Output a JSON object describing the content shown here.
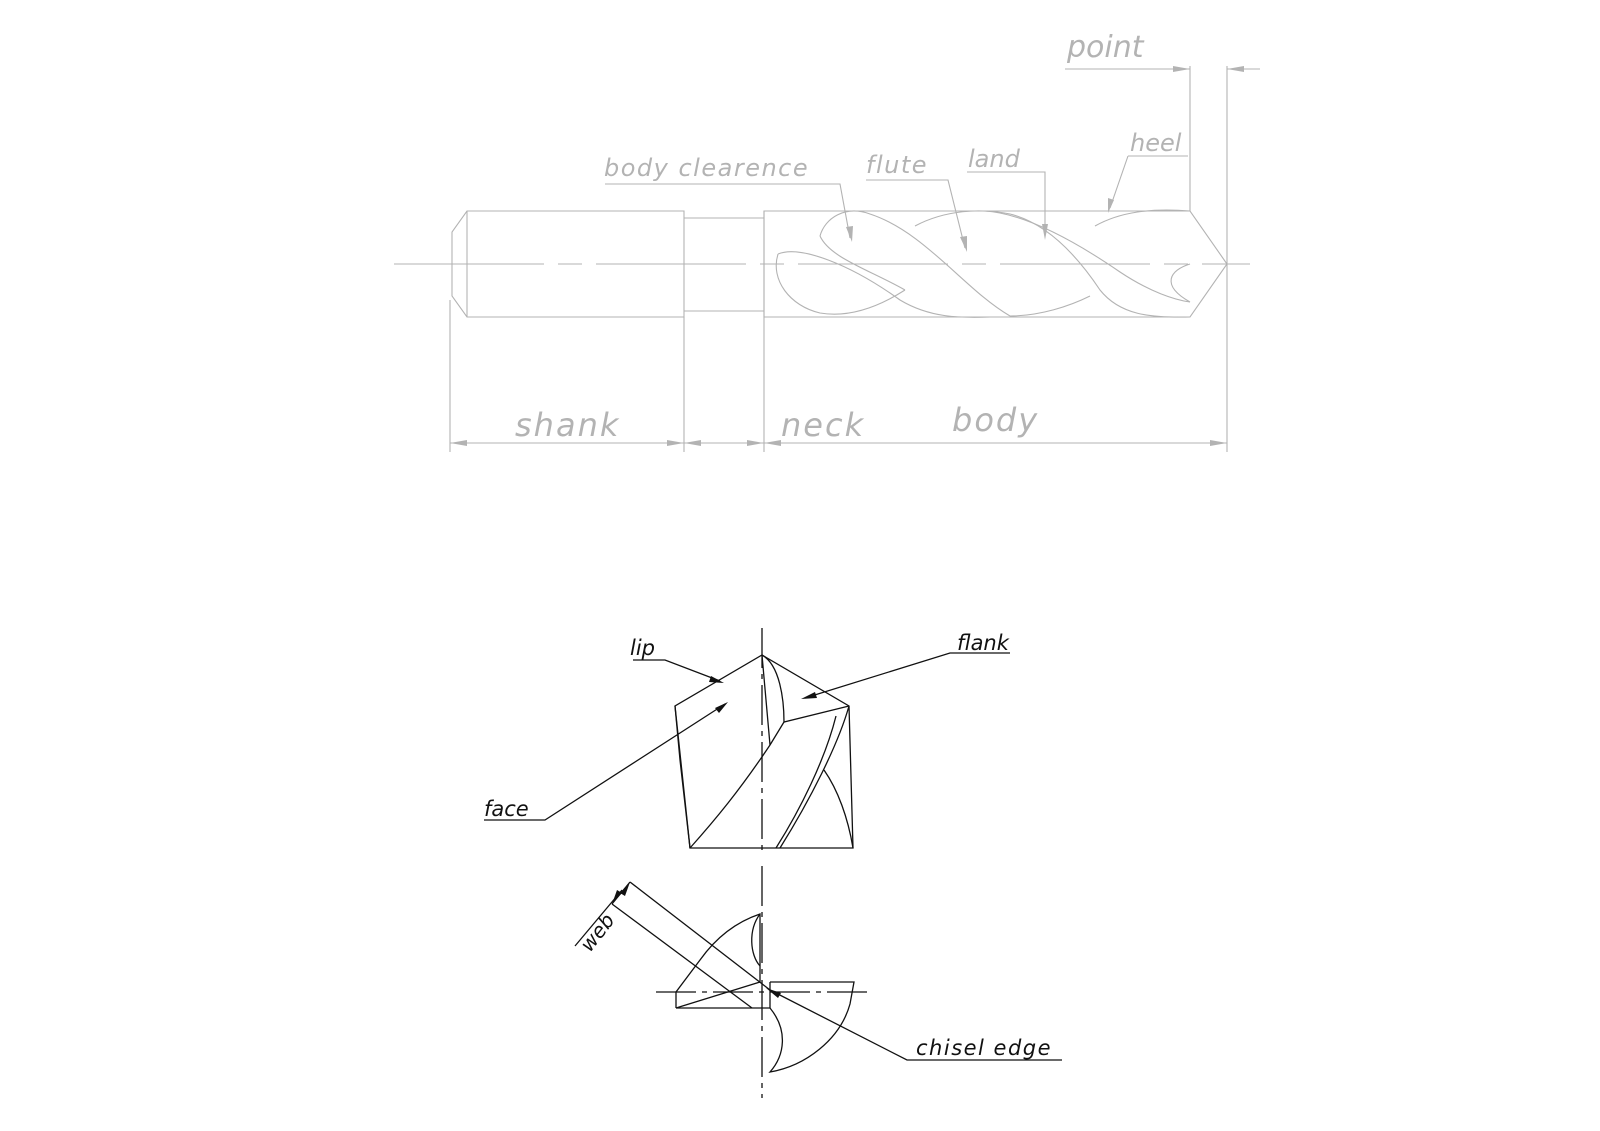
{
  "labels": {
    "point": "point",
    "heel": "heel",
    "body_clearence": "body clearence",
    "flute": "flute",
    "land": "land",
    "shank": "shank",
    "neck": "neck",
    "body": "body",
    "lip": "lip",
    "flank": "flank",
    "face": "face",
    "web": "web",
    "chisel_edge": "chisel edge"
  },
  "colors": {
    "upper_view_line": "#b3b3b3",
    "lower_view_line": "#111111",
    "background": "#ffffff"
  }
}
